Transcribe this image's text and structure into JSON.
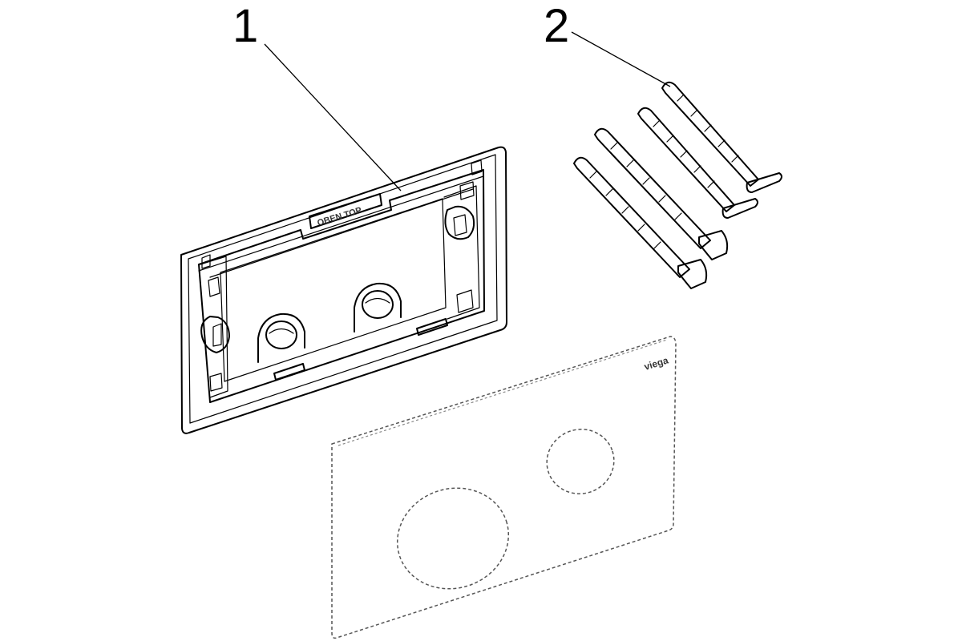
{
  "callouts": [
    {
      "label": "1"
    },
    {
      "label": "2"
    }
  ],
  "frame": {
    "imprint": "OBEN TOP"
  },
  "plate": {
    "brand": "viega"
  },
  "colors": {
    "line": "#000000",
    "ghost": "#555555",
    "background": "#ffffff"
  }
}
